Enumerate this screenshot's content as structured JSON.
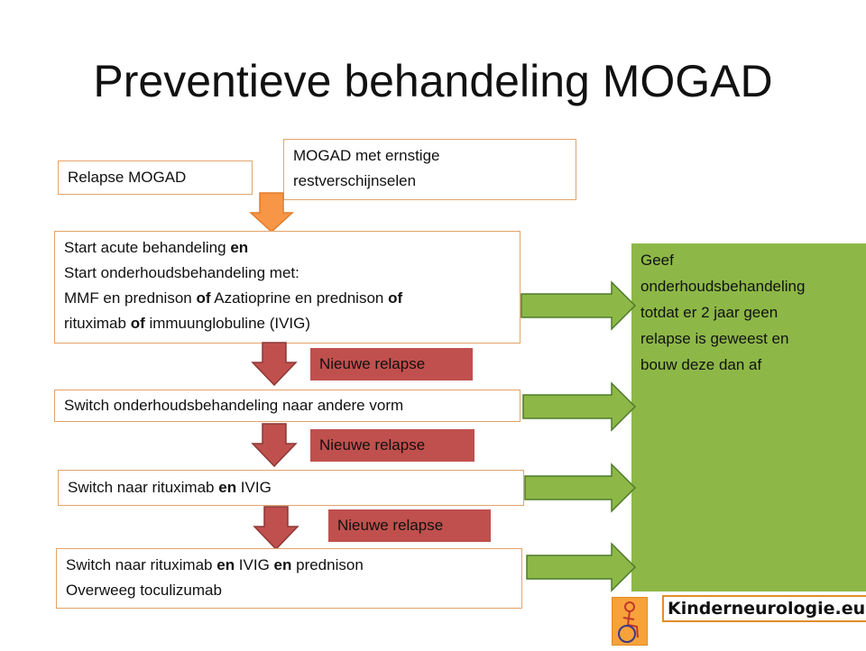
{
  "title": "Preventieve behandeling MOGAD",
  "boxes": {
    "relapse_mogad": "Relapse MOGAD",
    "mogad_restverschijnselen": {
      "line1": "MOGAD met ernstige",
      "line2": "restverschijnselen"
    },
    "start": {
      "line1_a": "Start acute behandeling ",
      "line1_b": "en",
      "line2": "Start onderhoudsbehandeling met:",
      "line3_a": "MMF en prednison ",
      "line3_b": "of",
      "line3_c": " Azatioprine en prednison ",
      "line3_d": "of",
      "line4_a": "rituximab  ",
      "line4_b": "of",
      "line4_c": " immuunglobuline (IVIG)"
    },
    "switch_vorm": "Switch onderhoudsbehandeling naar andere vorm",
    "switch_ritux": {
      "a": "Switch naar rituximab ",
      "b": "en",
      "c": " IVIG"
    },
    "switch_final": {
      "line1_a": "Switch naar rituximab ",
      "line1_b": "en",
      "line1_c": " IVIG ",
      "line1_d": "en",
      "line1_e": " prednison",
      "line2": "Overweeg toculizumab"
    }
  },
  "relapse_tags": [
    "Nieuwe relapse",
    "Nieuwe relapse",
    "Nieuwe relapse"
  ],
  "green_panel": {
    "line1": "Geef",
    "line2": "onderhoudsbehandeling",
    "line3": "totdat er 2 jaar geen",
    "line4": "relapse is geweest en",
    "line5": "bouw deze dan af"
  },
  "logo": {
    "text": "Kinderneurologie.eu"
  },
  "colors": {
    "box_border": "#e3a36a",
    "orange_arrow": "#f79646",
    "red_arrow": "#c0504d",
    "green": "#8db847",
    "relapse_tag": "#c0504d"
  }
}
